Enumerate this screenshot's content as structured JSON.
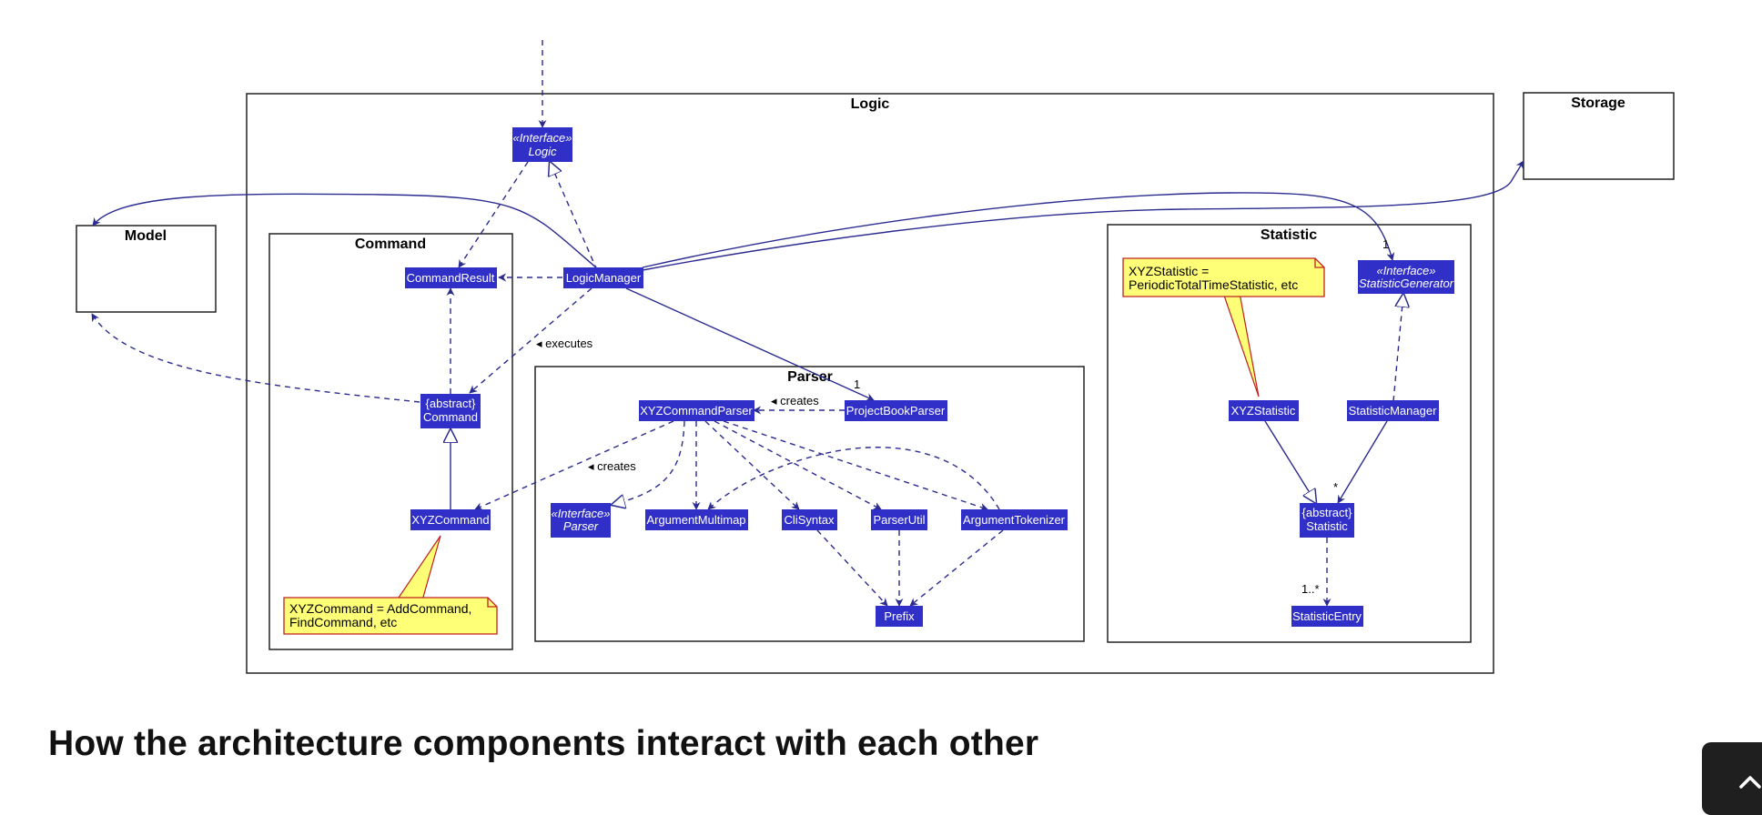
{
  "packages": {
    "logic": "Logic",
    "storage": "Storage",
    "model": "Model",
    "command": "Command",
    "parser": "Parser",
    "statistic": "Statistic"
  },
  "classes": {
    "logic_interface": {
      "stereotype": "«Interface»",
      "name": "Logic"
    },
    "logic_manager": "LogicManager",
    "command_result": "CommandResult",
    "abstract_command": {
      "stereotype": "{abstract}",
      "name": "Command"
    },
    "xyz_command": "XYZCommand",
    "xyz_command_parser": "XYZCommandParser",
    "project_book_parser": "ProjectBookParser",
    "parser_interface": {
      "stereotype": "«Interface»",
      "name": "Parser"
    },
    "argument_multimap": "ArgumentMultimap",
    "cli_syntax": "CliSyntax",
    "parser_util": "ParserUtil",
    "argument_tokenizer": "ArgumentTokenizer",
    "prefix": "Prefix",
    "statistic_generator_interface": {
      "stereotype": "«Interface»",
      "name": "StatisticGenerator"
    },
    "xyz_statistic": "XYZStatistic",
    "statistic_manager": "StatisticManager",
    "abstract_statistic": {
      "stereotype": "{abstract}",
      "name": "Statistic"
    },
    "statistic_entry": "StatisticEntry"
  },
  "labels": {
    "executes": "◂ executes",
    "creates_parser": "◂ creates",
    "creates_command": "◂ creates",
    "mult_parser": "1",
    "mult_generator": "1",
    "mult_statistic": "*",
    "mult_entry": "1..*"
  },
  "notes": {
    "xyz_command": [
      "XYZCommand = AddCommand,",
      "FindCommand, etc"
    ],
    "xyz_statistic": [
      "XYZStatistic =",
      "PeriodicTotalTimeStatistic, etc"
    ]
  },
  "heading": "How the architecture components interact with each other",
  "colors": {
    "class_fill": "#3030c8",
    "edge": "#2b2b90",
    "note_fill": "#ffff77",
    "note_border": "#c02020"
  }
}
